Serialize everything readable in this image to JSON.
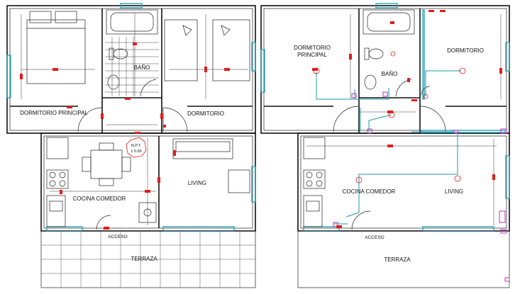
{
  "left_plan": {
    "rooms": {
      "master_bedroom": "DORMITORIO PRINCIPAL",
      "bedroom": "DORMITORIO",
      "bathroom": "BAÑO",
      "kitchen_dining": "COCINA COMEDOR",
      "living": "LIVING",
      "access": "ACCESO",
      "terrace": "TERRAZA"
    },
    "level_tag": {
      "line1": "N.P.T.",
      "line2": "± 0.00"
    }
  },
  "right_plan": {
    "rooms": {
      "master_bedroom_line1": "DORMITORIO",
      "master_bedroom_line2": "PRINCIPAL",
      "bedroom": "DORMITORIO",
      "bathroom": "BAÑO",
      "kitchen_dining": "COCINA COMEDOR",
      "living": "LIVING",
      "access": "ACCESO",
      "terrace": "TERRAZA"
    }
  },
  "colors": {
    "walls": "#111111",
    "windows": "#2aa6b8",
    "electrical_wiring": "#1e9aa8",
    "dimension_marks": "#e41c1c",
    "outlets": "#c02cc0"
  }
}
